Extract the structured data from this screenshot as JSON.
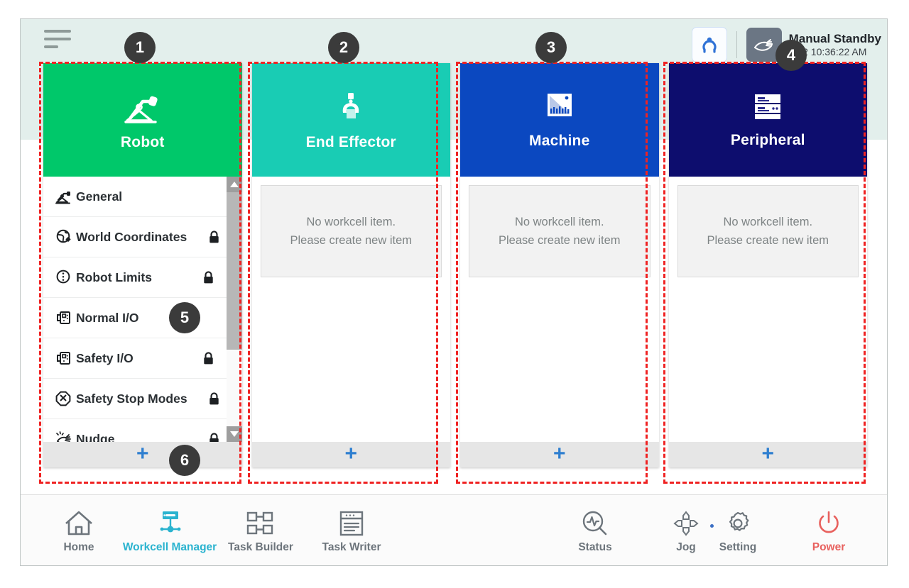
{
  "header": {
    "menu_icon": "hamburger-icon",
    "reset_icon": "robot-reset-icon",
    "mode_icon": "manual-hand-icon",
    "status_title": "Manual Standby",
    "status_datetime": "2.22 10:36:22 AM"
  },
  "columns": [
    {
      "id": "robot",
      "label": "Robot",
      "icon": "robot-arm-icon",
      "color": "#00c86a",
      "type": "list",
      "empty_line1": "",
      "empty_line2": "",
      "add_label": "+"
    },
    {
      "id": "end-effector",
      "label": "End Effector",
      "icon": "gripper-icon",
      "color": "#19ccb4",
      "type": "empty",
      "empty_line1": "No workcell item.",
      "empty_line2": "Please create new item",
      "add_label": "+"
    },
    {
      "id": "machine",
      "label": "Machine",
      "icon": "machine-icon",
      "color": "#0b48c0",
      "type": "empty",
      "empty_line1": "No workcell item.",
      "empty_line2": "Please create new item",
      "add_label": "+"
    },
    {
      "id": "peripheral",
      "label": "Peripheral",
      "icon": "server-rack-icon",
      "color": "#0d0d6e",
      "type": "empty",
      "empty_line1": "No workcell item.",
      "empty_line2": "Please create new item",
      "add_label": "+"
    }
  ],
  "robot_list": [
    {
      "label": "General",
      "icon": "robot-arm-icon",
      "locked": false,
      "lock_far": false
    },
    {
      "label": "World Coordinates",
      "icon": "globe-icon",
      "locked": true,
      "lock_far": false
    },
    {
      "label": "Robot Limits",
      "icon": "limits-icon",
      "locked": true,
      "lock_far": true
    },
    {
      "label": "Normal I/O",
      "icon": "io-port-icon",
      "locked": false,
      "lock_far": false
    },
    {
      "label": "Safety I/O",
      "icon": "io-port-icon",
      "locked": true,
      "lock_far": true
    },
    {
      "label": "Safety Stop Modes",
      "icon": "stop-x-icon",
      "locked": true,
      "lock_far": false
    },
    {
      "label": "Nudge",
      "icon": "nudge-hand-icon",
      "locked": true,
      "lock_far": false
    }
  ],
  "bottom_nav": {
    "left": [
      {
        "label": "Home",
        "icon": "home-icon",
        "active": false
      },
      {
        "label": "Workcell Manager",
        "icon": "workcell-icon",
        "active": true
      },
      {
        "label": "Task Builder",
        "icon": "task-builder-icon",
        "active": false
      },
      {
        "label": "Task Writer",
        "icon": "task-writer-icon",
        "active": false
      }
    ],
    "right": [
      {
        "label": "Status",
        "icon": "status-magnifier-icon",
        "active": false
      },
      {
        "label": "Jog",
        "icon": "jog-arrows-icon",
        "active": false
      },
      {
        "label": "Setting",
        "icon": "gear-icon",
        "active": false
      },
      {
        "label": "Power",
        "icon": "power-icon",
        "active": false
      }
    ]
  },
  "annotations": [
    {
      "number": "1"
    },
    {
      "number": "2"
    },
    {
      "number": "3"
    },
    {
      "number": "4"
    },
    {
      "number": "5"
    },
    {
      "number": "6"
    }
  ]
}
